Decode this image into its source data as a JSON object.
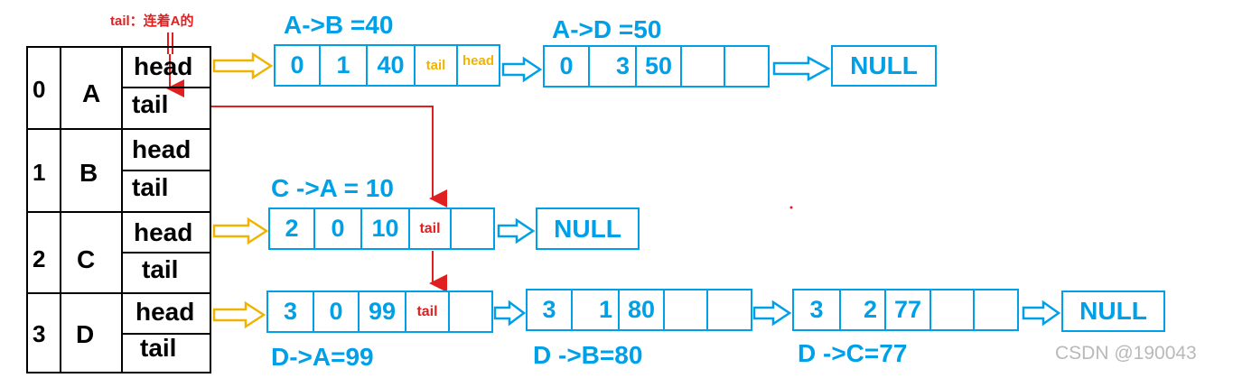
{
  "top_note": "tail：连着A的",
  "table": {
    "rows": [
      {
        "index": "0",
        "vertex": "A",
        "head": "head",
        "tail": "tail"
      },
      {
        "index": "1",
        "vertex": "B",
        "head": "head",
        "tail": "tail"
      },
      {
        "index": "2",
        "vertex": "C",
        "head": "head",
        "tail": "tail"
      },
      {
        "index": "3",
        "vertex": "D",
        "head": "head",
        "tail": "tail"
      }
    ]
  },
  "edges": [
    {
      "label": "A->B =40",
      "cells": [
        "0",
        "1",
        "40",
        "tail",
        "head"
      ]
    },
    {
      "label": "A->D =50",
      "cells": [
        "0",
        "3",
        "50",
        "",
        ""
      ]
    },
    {
      "label": "C ->A = 10",
      "cells": [
        "2",
        "0",
        "10",
        "tail",
        ""
      ]
    },
    {
      "label": "D->A=99",
      "cells": [
        "3",
        "0",
        "99",
        "tail",
        ""
      ]
    },
    {
      "label": "D ->B=80",
      "cells": [
        "3",
        "1",
        "80",
        "",
        ""
      ]
    },
    {
      "label": "D ->C=77",
      "cells": [
        "3",
        "2",
        "77",
        "",
        ""
      ]
    }
  ],
  "null_label": "NULL",
  "watermark": "CSDN @190043",
  "colors": {
    "blue": "#00a0e8",
    "red": "#e02020",
    "yellow": "#f0b400",
    "black": "#000000"
  }
}
